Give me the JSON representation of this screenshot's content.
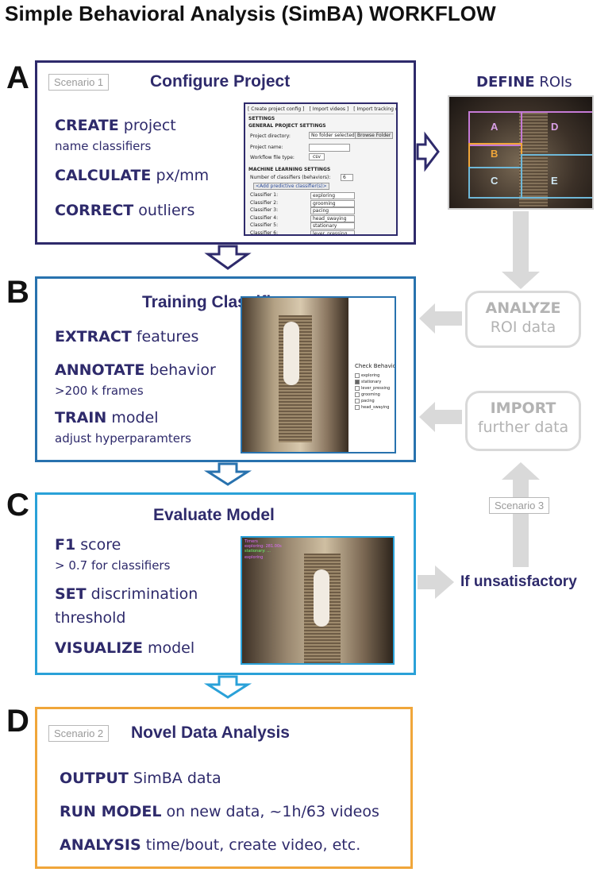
{
  "title": "Simple Behavioral Analysis (SimBA) WORKFLOW",
  "letters": {
    "a": "A",
    "b": "B",
    "c": "C",
    "d": "D"
  },
  "panel_a": {
    "scenario": "Scenario 1",
    "heading": "Configure Project",
    "items": [
      {
        "bold": "CREATE",
        "rest": " project",
        "sub": "name classifiers"
      },
      {
        "bold": "CALCULATE",
        "rest": " px/mm",
        "sub": ""
      },
      {
        "bold": "CORRECT",
        "rest": " outliers",
        "sub": ""
      }
    ],
    "screenshot": {
      "tabs": [
        "[ Create project config ]",
        "[ Import videos ]",
        "[ Import tracking data ]"
      ],
      "settings": "SETTINGS",
      "general": "GENERAL PROJECT SETTINGS",
      "project_dir_label": "Project directory:",
      "project_dir_value": "No folder selected",
      "browse": "Browse Folder",
      "project_name_label": "Project name:",
      "workflow_label": "Workflow file type:",
      "workflow_value": "csv",
      "ml": "MACHINE LEARNING SETTINGS",
      "num_label": "Number of classifiers (behaviors):",
      "num_value": "6",
      "add_btn": "<Add predictive classifier(s)>",
      "classifiers": [
        {
          "label": "Classifier 1:",
          "value": "exploring"
        },
        {
          "label": "Classifier 2:",
          "value": "grooming"
        },
        {
          "label": "Classifier 3:",
          "value": "pacing"
        },
        {
          "label": "Classifier 4:",
          "value": "head_swaying"
        },
        {
          "label": "Classifier 5:",
          "value": "stationary"
        },
        {
          "label": "Classifier 6:",
          "value": "lever_pressing"
        }
      ]
    }
  },
  "define_rois": {
    "bold": "DEFINE",
    "rest": " ROIs",
    "regions": [
      "A",
      "B",
      "C",
      "D",
      "E"
    ]
  },
  "panel_b": {
    "heading": "Training Classifiers",
    "items": [
      {
        "bold": "EXTRACT",
        "rest": " features",
        "sub": ""
      },
      {
        "bold": "ANNOTATE",
        "rest": " behavior",
        "sub": ">200 k frames"
      },
      {
        "bold": "TRAIN",
        "rest": " model",
        "sub": "adjust hyperparamters"
      }
    ],
    "check_title": "Check Behavior:",
    "checks": [
      "exploring",
      "stationary",
      "lever_pressing",
      "grooming",
      "pacing",
      "head_swaying"
    ]
  },
  "panel_c": {
    "heading": "Evaluate Model",
    "items": [
      {
        "bold": "F1",
        "rest": " score",
        "sub": "> 0.7 for classifiers"
      },
      {
        "bold": "SET",
        "rest": " discrimination",
        "sub2": "threshold"
      },
      {
        "bold": "VISUALIZE",
        "rest": " model",
        "sub": ""
      }
    ],
    "overlay": [
      "Timers",
      "exploring: 281.00s",
      "stationary: ...",
      "exploring"
    ]
  },
  "panel_d": {
    "scenario": "Scenario 2",
    "heading": "Novel Data Analysis",
    "items": [
      {
        "bold": "OUTPUT",
        "rest": " SimBA data"
      },
      {
        "bold": "RUN MODEL",
        "rest": " on new data, ~1h/63 videos"
      },
      {
        "bold": "ANALYSIS",
        "rest": " time/bout, create video, etc."
      }
    ]
  },
  "analyze": {
    "bold": "ANALYZE",
    "rest": "ROI data"
  },
  "import": {
    "bold": "IMPORT",
    "rest": "further data"
  },
  "scenario3": "Scenario 3",
  "unsatisfactory": "If unsatisfactory",
  "colors": {
    "navy": "#2e2a6b",
    "blue": "#2872ae",
    "cyan": "#2aa1d8",
    "orange": "#f0a63a",
    "gray": "#d9d9d9"
  }
}
